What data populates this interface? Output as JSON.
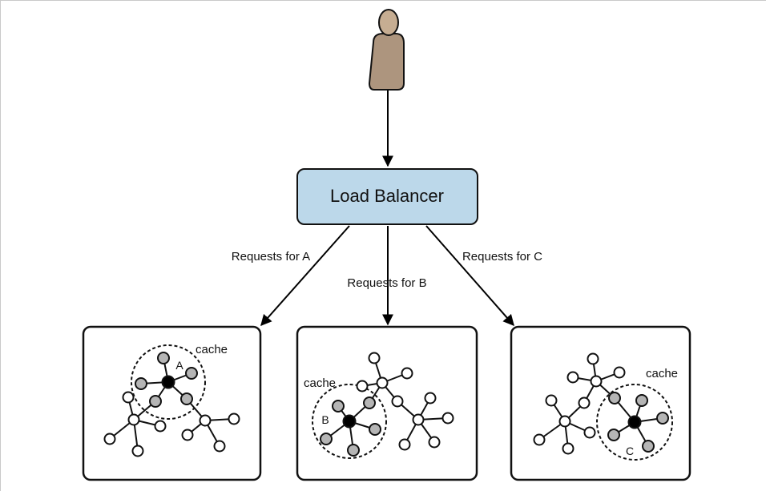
{
  "diagram": {
    "load_balancer": {
      "label": "Load Balancer"
    },
    "edges": [
      {
        "label": "Requests for A"
      },
      {
        "label": "Requests for B"
      },
      {
        "label": "Requests for C"
      }
    ],
    "servers": [
      {
        "cache_label": "cache",
        "focus_label": "A"
      },
      {
        "cache_label": "cache",
        "focus_label": "B"
      },
      {
        "cache_label": "cache",
        "focus_label": "C"
      }
    ],
    "colors": {
      "load_balancer_fill": "#bcd8ea",
      "user_skin": "#c6ad92",
      "user_body": "#ad957e",
      "cached_node": "#b5b5b5",
      "focus_node": "#000000",
      "plain_node": "#ffffff"
    }
  }
}
